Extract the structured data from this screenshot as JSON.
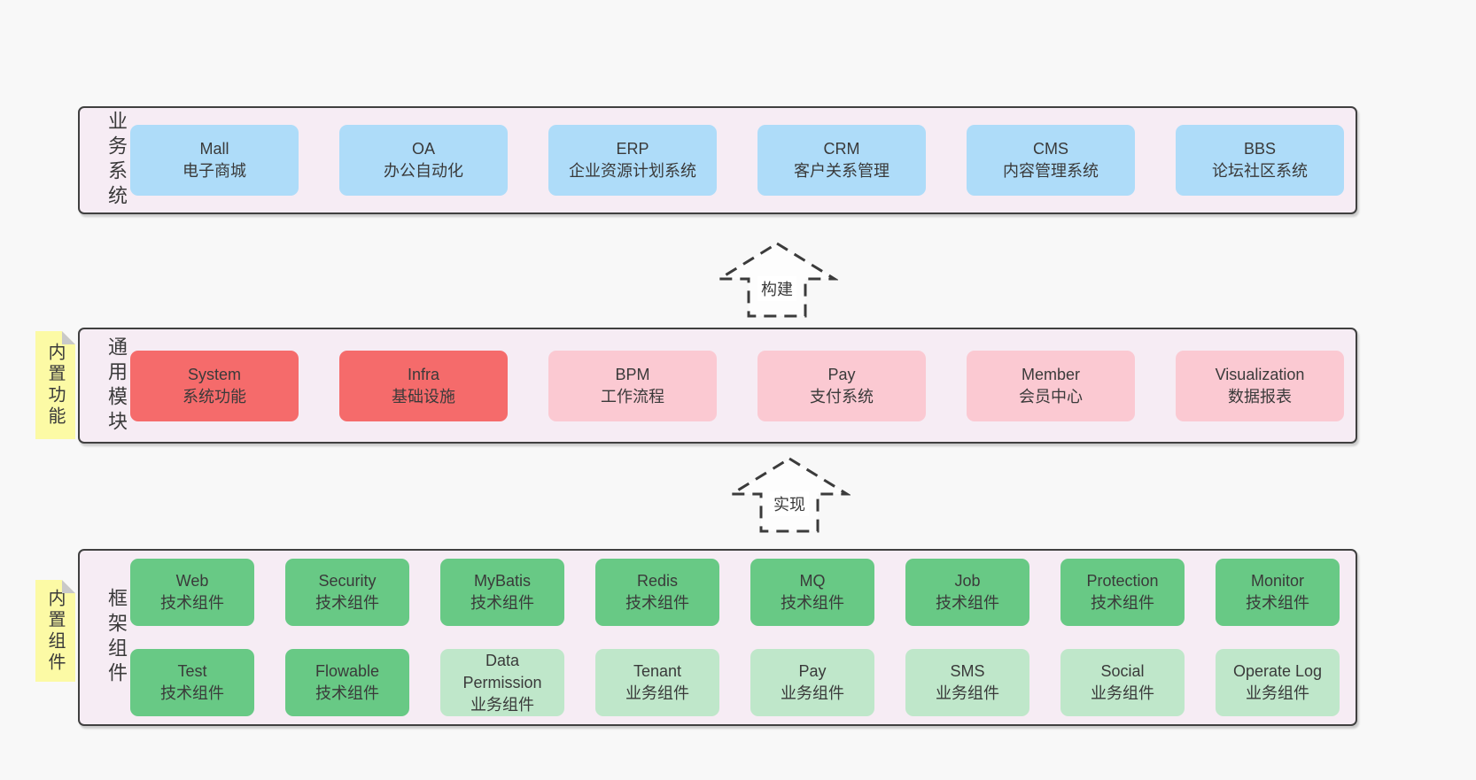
{
  "colors": {
    "page_bg": "#f8f8f8",
    "layer_bg": "#f6ecf4",
    "layer_border": "#404040",
    "blue": "#aedcf9",
    "red": "#f56b6b",
    "pink": "#fbc9d2",
    "green": "#68c985",
    "lightgreen": "#bfe7ca",
    "note_bg": "#fcfaa5",
    "note_fold": "#c9c9c9",
    "text": "#3a3a3a"
  },
  "arrows": [
    {
      "label": "构建"
    },
    {
      "label": "实现"
    }
  ],
  "layers": [
    {
      "label": "业务系统",
      "rows": [
        [
          {
            "name": "Mall",
            "subtitle": "电子商城",
            "type": "blue"
          },
          {
            "name": "OA",
            "subtitle": "办公自动化",
            "type": "blue"
          },
          {
            "name": "ERP",
            "subtitle": "企业资源计划系统",
            "type": "blue"
          },
          {
            "name": "CRM",
            "subtitle": "客户关系管理",
            "type": "blue"
          },
          {
            "name": "CMS",
            "subtitle": "内容管理系统",
            "type": "blue"
          },
          {
            "name": "BBS",
            "subtitle": "论坛社区系统",
            "type": "blue"
          }
        ]
      ]
    },
    {
      "label": "通用模块",
      "note": "内置功能",
      "rows": [
        [
          {
            "name": "System",
            "subtitle": "系统功能",
            "type": "red"
          },
          {
            "name": "Infra",
            "subtitle": "基础设施",
            "type": "red"
          },
          {
            "name": "BPM",
            "subtitle": "工作流程",
            "type": "pink"
          },
          {
            "name": "Pay",
            "subtitle": "支付系统",
            "type": "pink"
          },
          {
            "name": "Member",
            "subtitle": "会员中心",
            "type": "pink"
          },
          {
            "name": "Visualization",
            "subtitle": "数据报表",
            "type": "pink"
          }
        ]
      ]
    },
    {
      "label": "框架组件",
      "note": "内置组件",
      "rows": [
        [
          {
            "name": "Web",
            "subtitle": "技术组件",
            "type": "green"
          },
          {
            "name": "Security",
            "subtitle": "技术组件",
            "type": "green"
          },
          {
            "name": "MyBatis",
            "subtitle": "技术组件",
            "type": "green"
          },
          {
            "name": "Redis",
            "subtitle": "技术组件",
            "type": "green"
          },
          {
            "name": "MQ",
            "subtitle": "技术组件",
            "type": "green"
          },
          {
            "name": "Job",
            "subtitle": "技术组件",
            "type": "green"
          },
          {
            "name": "Protection",
            "subtitle": "技术组件",
            "type": "green"
          },
          {
            "name": "Monitor",
            "subtitle": "技术组件",
            "type": "green"
          }
        ],
        [
          {
            "name": "Test",
            "subtitle": "技术组件",
            "type": "green"
          },
          {
            "name": "Flowable",
            "subtitle": "技术组件",
            "type": "green"
          },
          {
            "name": "Data Permission",
            "subtitle": "业务组件",
            "type": "lightgreen"
          },
          {
            "name": "Tenant",
            "subtitle": "业务组件",
            "type": "lightgreen"
          },
          {
            "name": "Pay",
            "subtitle": "业务组件",
            "type": "lightgreen"
          },
          {
            "name": "SMS",
            "subtitle": "业务组件",
            "type": "lightgreen"
          },
          {
            "name": "Social",
            "subtitle": "业务组件",
            "type": "lightgreen"
          },
          {
            "name": "Operate Log",
            "subtitle": "业务组件",
            "type": "lightgreen"
          }
        ]
      ]
    }
  ]
}
